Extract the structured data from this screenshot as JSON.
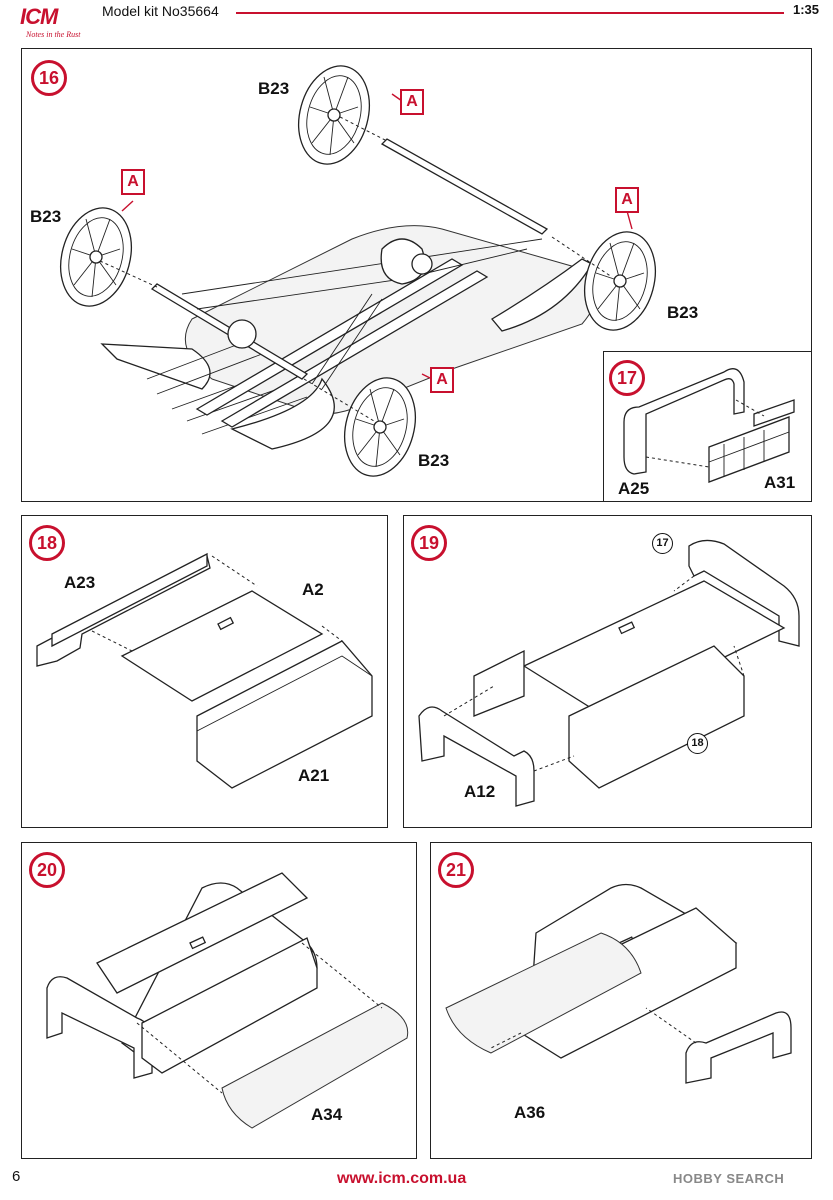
{
  "header": {
    "brand": "ICM",
    "brand_slogan": "Notes in the Rust",
    "model_kit": "Model kit No35664",
    "scale": "1:35"
  },
  "steps": {
    "s16": {
      "number": "16",
      "parts": [
        "B23",
        "B23",
        "B23",
        "B23"
      ],
      "tags": [
        "A",
        "A",
        "A",
        "A"
      ]
    },
    "s17": {
      "number": "17",
      "parts": [
        "A25",
        "A31"
      ]
    },
    "s18": {
      "number": "18",
      "parts": [
        "A23",
        "A2",
        "A21"
      ]
    },
    "s19": {
      "number": "19",
      "parts": [
        "A12"
      ],
      "refs": [
        "17",
        "18"
      ]
    },
    "s20": {
      "number": "20",
      "parts": [
        "A34"
      ]
    },
    "s21": {
      "number": "21",
      "parts": [
        "A36"
      ]
    }
  },
  "footer": {
    "page_number": "6",
    "website": "www.icm.com.ua",
    "watermark": "HOBBY SEARCH"
  },
  "colors": {
    "accent": "#c8102e"
  }
}
